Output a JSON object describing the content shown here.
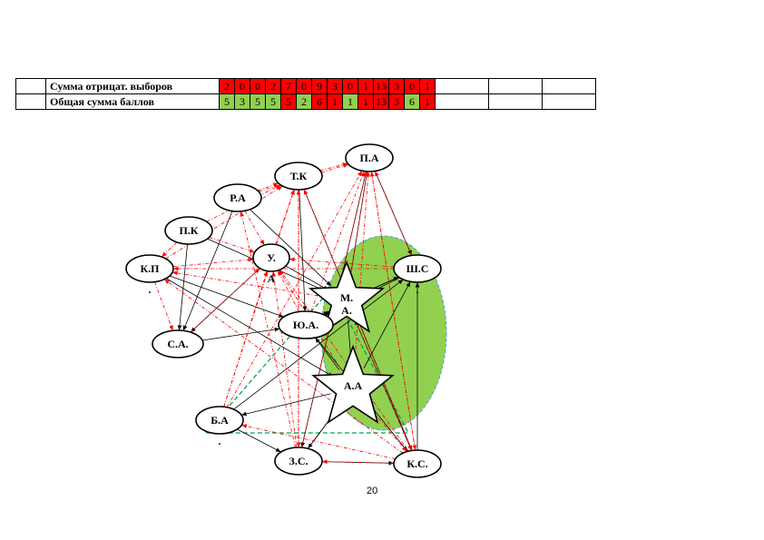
{
  "table": {
    "rows": [
      {
        "label": "Сумма отрицат. выборов",
        "cells": [
          {
            "v": "2",
            "c": "red"
          },
          {
            "v": "0",
            "c": "red"
          },
          {
            "v": "0",
            "c": "red"
          },
          {
            "v": "2",
            "c": "red"
          },
          {
            "v": "7",
            "c": "red"
          },
          {
            "v": "0",
            "c": "red"
          },
          {
            "v": "9",
            "c": "red"
          },
          {
            "v": "3",
            "c": "red"
          },
          {
            "v": "0",
            "c": "red"
          },
          {
            "v": "1",
            "c": "red"
          },
          {
            "v": "13",
            "c": "red"
          },
          {
            "v": "3",
            "c": "red"
          },
          {
            "v": "0",
            "c": "red"
          },
          {
            "v": "1",
            "c": "red"
          }
        ]
      },
      {
        "label": "Общая сумма баллов",
        "cells": [
          {
            "v": "5",
            "c": "green"
          },
          {
            "v": "3",
            "c": "green"
          },
          {
            "v": "5",
            "c": "green"
          },
          {
            "v": "5",
            "c": "green"
          },
          {
            "v": "5",
            "c": "red"
          },
          {
            "v": "2",
            "c": "green"
          },
          {
            "v": "6",
            "c": "red"
          },
          {
            "v": "1",
            "c": "red"
          },
          {
            "v": "1",
            "c": "green"
          },
          {
            "v": "1",
            "c": "red"
          },
          {
            "v": "13",
            "c": "red"
          },
          {
            "v": "3",
            "c": "red"
          },
          {
            "v": "6",
            "c": "green"
          },
          {
            "v": "1",
            "c": "red"
          }
        ]
      }
    ]
  },
  "sociogram": {
    "nodes": [
      {
        "id": "pa",
        "label": "П.А",
        "shape": "ellipse"
      },
      {
        "id": "tk",
        "label": "Т.К",
        "shape": "ellipse"
      },
      {
        "id": "ra",
        "label": "Р.А",
        "shape": "ellipse"
      },
      {
        "id": "pk",
        "label": "П.К",
        "shape": "ellipse"
      },
      {
        "id": "u",
        "label": "У.",
        "sub": "А",
        "shape": "ellipse"
      },
      {
        "id": "kp",
        "label": "К.П",
        "sub": ".",
        "shape": "ellipse"
      },
      {
        "id": "sh",
        "label": "Ш.С",
        "sub": ".",
        "shape": "ellipse"
      },
      {
        "id": "m",
        "label": "М.",
        "sub": "А.",
        "shape": "star"
      },
      {
        "id": "yu",
        "label": "Ю.А.",
        "shape": "ellipse"
      },
      {
        "id": "sa",
        "label": "С.А.",
        "shape": "ellipse"
      },
      {
        "id": "aa",
        "label": "А.А",
        "shape": "star"
      },
      {
        "id": "ba",
        "label": "Б.А",
        "sub": ".",
        "shape": "ellipse"
      },
      {
        "id": "zs",
        "label": "З.С.",
        "shape": "ellipse"
      },
      {
        "id": "ks",
        "label": "К.С.",
        "shape": "ellipse"
      }
    ],
    "positive_edges": [
      [
        "tk",
        "yu"
      ],
      [
        "tk",
        "ks"
      ],
      [
        "ra",
        "sa"
      ],
      [
        "ra",
        "m"
      ],
      [
        "pk",
        "sa"
      ],
      [
        "pk",
        "m"
      ],
      [
        "u",
        "sa"
      ],
      [
        "u",
        "m"
      ],
      [
        "kp",
        "yu"
      ],
      [
        "kp",
        "aa"
      ],
      [
        "sa",
        "yu"
      ],
      [
        "yu",
        "m"
      ],
      [
        "yu",
        "ks"
      ],
      [
        "m",
        "sh"
      ],
      [
        "sh",
        "m"
      ],
      [
        "sh",
        "yu"
      ],
      [
        "aa",
        "sh"
      ],
      [
        "aa",
        "ba"
      ],
      [
        "aa",
        "zs"
      ],
      [
        "m",
        "aa"
      ],
      [
        "ba",
        "zs"
      ],
      [
        "zs",
        "ks"
      ],
      [
        "ks",
        "sh"
      ],
      [
        "pa",
        "m"
      ],
      [
        "pa",
        "sh"
      ],
      [
        "pa",
        "zs"
      ],
      [
        "zs",
        "aa"
      ],
      [
        "ks",
        "m"
      ],
      [
        "aa",
        "yu"
      ],
      [
        "ba",
        "sh"
      ]
    ],
    "negative_edges": [
      [
        "ra",
        "tk"
      ],
      [
        "pk",
        "tk"
      ],
      [
        "u",
        "tk"
      ],
      [
        "kp",
        "tk"
      ],
      [
        "kp",
        "u"
      ],
      [
        "pk",
        "u"
      ],
      [
        "kp",
        "sa"
      ],
      [
        "tk",
        "pa"
      ],
      [
        "ra",
        "pa"
      ],
      [
        "m",
        "pa"
      ],
      [
        "aa",
        "pa"
      ],
      [
        "ks",
        "pa"
      ],
      [
        "zs",
        "pa"
      ],
      [
        "sh",
        "pa"
      ],
      [
        "ba",
        "tk"
      ],
      [
        "ba",
        "pa"
      ],
      [
        "yu",
        "pa"
      ],
      [
        "sa",
        "u"
      ],
      [
        "zs",
        "tk"
      ],
      [
        "ks",
        "tk"
      ],
      [
        "ks",
        "u"
      ],
      [
        "sh",
        "kp"
      ],
      [
        "zs",
        "u"
      ],
      [
        "m",
        "kp"
      ],
      [
        "aa",
        "u"
      ],
      [
        "ba",
        "u"
      ],
      [
        "ks",
        "kp"
      ],
      [
        "sh",
        "u"
      ],
      [
        "yu",
        "u"
      ],
      [
        "ks",
        "ba"
      ],
      [
        "aa",
        "ks"
      ],
      [
        "m",
        "ks"
      ],
      [
        "ra",
        "u"
      ],
      [
        "pk",
        "kp"
      ],
      [
        "tk",
        "zs"
      ],
      [
        "zs",
        "ra"
      ],
      [
        "pa",
        "ks"
      ],
      [
        "ks",
        "zs"
      ]
    ],
    "group_ellipse_color": "#92d050",
    "triangle_color": "#00a550",
    "positive_color": "#000000",
    "negative_color": "#ff0000"
  },
  "page_number": "20"
}
